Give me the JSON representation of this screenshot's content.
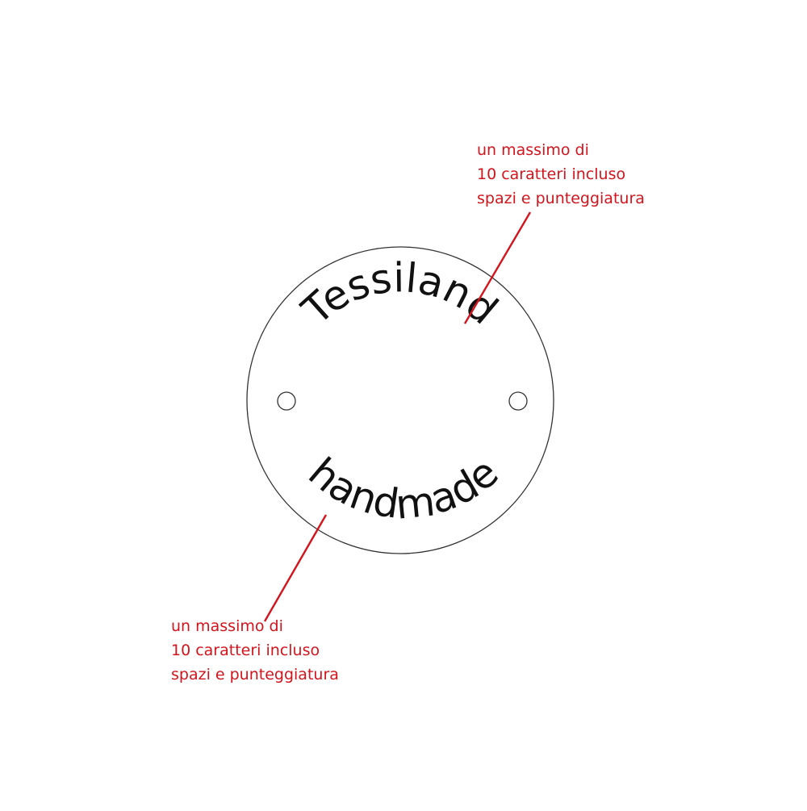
{
  "tag": {
    "top_text": "Tessiland",
    "bottom_text": "handmade"
  },
  "notes": {
    "top": {
      "line1": "un massimo di",
      "line2": "10 caratteri incluso",
      "line3": "spazi e punteggiatura"
    },
    "bottom": {
      "line1": "un massimo di",
      "line2": "10 caratteri incluso",
      "line3": "spazi e punteggiatura"
    }
  },
  "colors": {
    "outline": "#333333",
    "text": "#111111",
    "annotation": "#d4141c",
    "background": "#ffffff"
  }
}
